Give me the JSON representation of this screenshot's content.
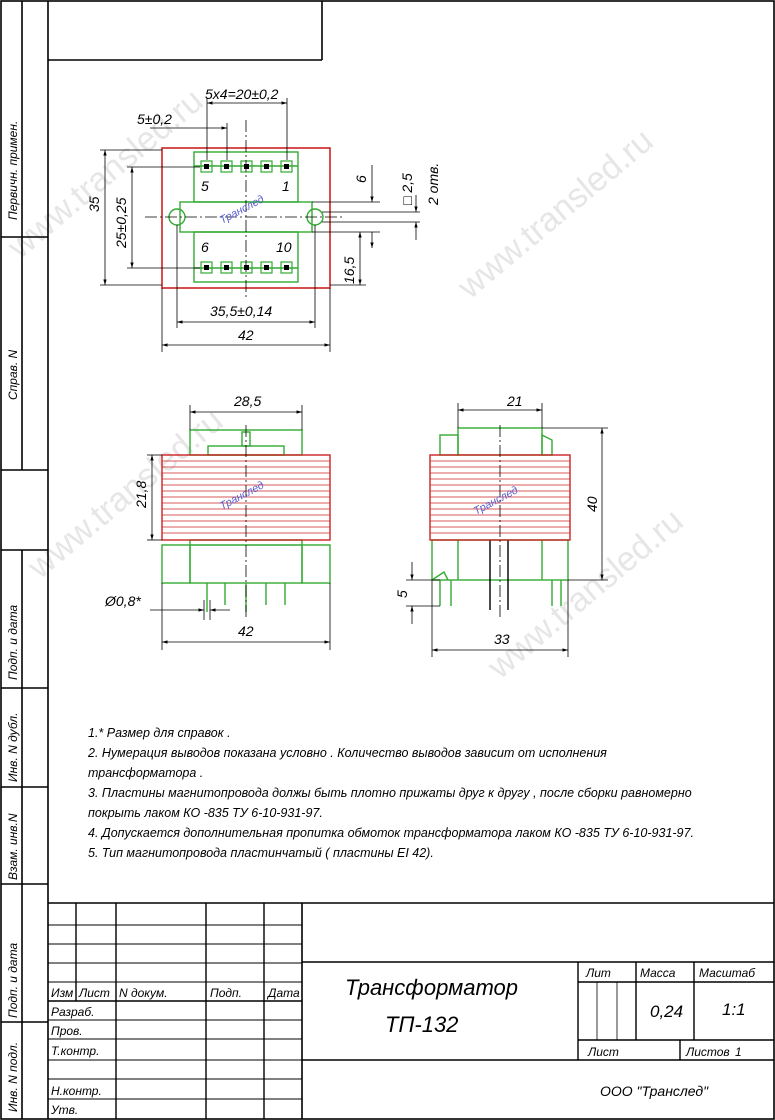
{
  "watermark": {
    "text": "www.transled.ru"
  },
  "logo": {
    "text": "Транслед"
  },
  "side_labels": {
    "perv": "Первичн. примен.",
    "sprav": "Справ. N",
    "podp_data_1": "Подп. и дата",
    "inv_dubl": "Инв. N дубл.",
    "vzam_inv": "Взам. инв.N",
    "podp_data_2": "Подп. и дата",
    "inv_podl": "Инв. N подл."
  },
  "top_view": {
    "dim_pitch": "5x4=20±0,2",
    "dim_pin": "5±0,2",
    "dim_height": "35",
    "dim_inner": "25±0,25",
    "dim_mount": "35,5±0,14",
    "dim_width": "42",
    "dim_6": "6",
    "dim_165": "16,5",
    "dim_square": "□ 2,5",
    "dim_holes": "2 отв.",
    "pin_5": "5",
    "pin_1": "1",
    "pin_6": "6",
    "pin_10": "10"
  },
  "front_view": {
    "dim_top": "28,5",
    "dim_coil": "21,8",
    "dim_pin_dia": "Ø0,8*",
    "dim_width": "42"
  },
  "side_view": {
    "dim_top": "21",
    "dim_height": "40",
    "dim_pin_len": "5",
    "dim_width": "33"
  },
  "notes": [
    "1.*  Размер для справок .",
    "2. Нумерация выводов показана условно . Количество выводов зависит от исполнения",
    "трансформатора .",
    "3.  Пластины магнитопровода должы быть плотно прижаты друг к другу , после сборки равномерно",
    "покрыть лаком КО -835  ТУ  6-10-931-97.",
    "4.  Допускается дополнительная пропитка обмоток трансформатора лаком КО -835  ТУ  6-10-931-97.",
    "5.  Тип магнитопровода пластинчатый  ( пластины  EI 42)."
  ],
  "stamp": {
    "headers": {
      "izm": "Изм",
      "list": "Лист",
      "ndoc": "N докум.",
      "podp": "Подп.",
      "data": "Дата"
    },
    "rows": [
      "Разраб.",
      "Пров.",
      "Т.контр.",
      "Н.контр.",
      "Утв."
    ],
    "title_1": "Трансформатор",
    "title_2": "ТП-132",
    "lit_label": "Лит",
    "massa_label": "Масса",
    "masshtab_label": "Масштаб",
    "massa_value": "0,24",
    "masshtab_value": "1:1",
    "list_label": "Лист",
    "listov_label": "Листов",
    "listov_value": "1",
    "company": "ООО \"Транслед\""
  }
}
